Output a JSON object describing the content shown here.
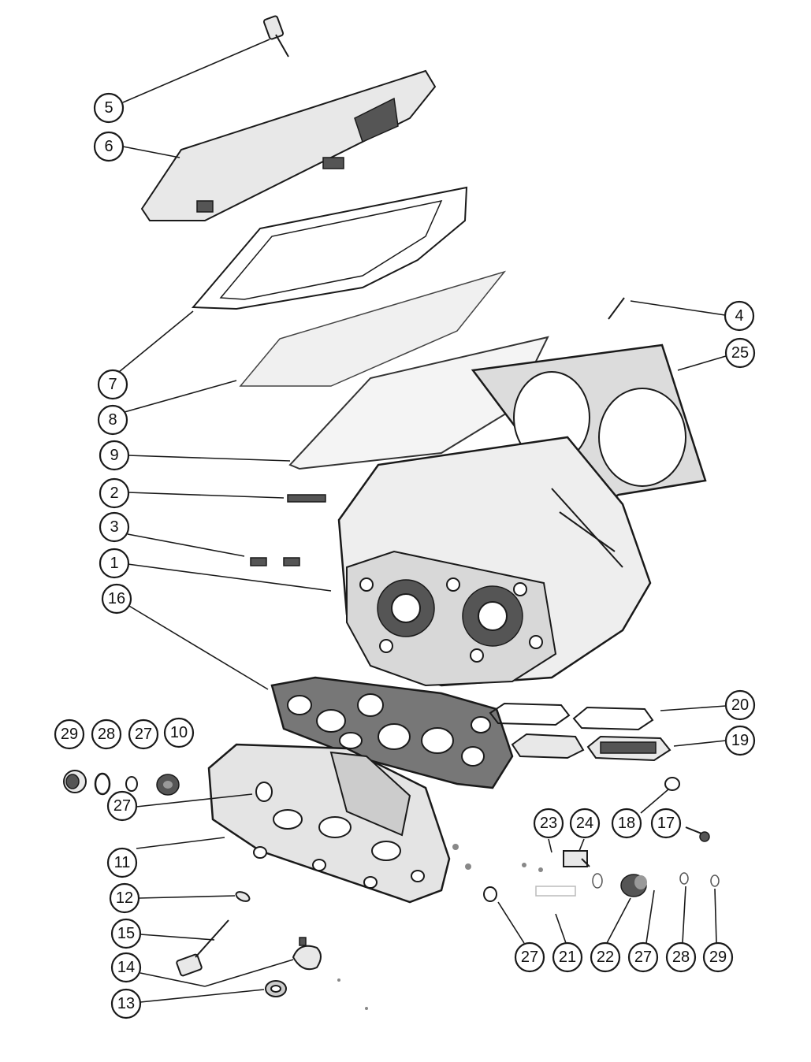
{
  "diagram": {
    "callouts": [
      {
        "id": "c5",
        "label": "5"
      },
      {
        "id": "c6",
        "label": "6"
      },
      {
        "id": "c7",
        "label": "7"
      },
      {
        "id": "c8",
        "label": "8"
      },
      {
        "id": "c9",
        "label": "9"
      },
      {
        "id": "c2",
        "label": "2"
      },
      {
        "id": "c3",
        "label": "3"
      },
      {
        "id": "c1",
        "label": "1"
      },
      {
        "id": "c16",
        "label": "16"
      },
      {
        "id": "c4",
        "label": "4"
      },
      {
        "id": "c25",
        "label": "25"
      },
      {
        "id": "c20",
        "label": "20"
      },
      {
        "id": "c19",
        "label": "19"
      },
      {
        "id": "c29a",
        "label": "29"
      },
      {
        "id": "c28a",
        "label": "28"
      },
      {
        "id": "c27a",
        "label": "27"
      },
      {
        "id": "c10",
        "label": "10"
      },
      {
        "id": "c27b",
        "label": "27"
      },
      {
        "id": "c11",
        "label": "11"
      },
      {
        "id": "c12",
        "label": "12"
      },
      {
        "id": "c15",
        "label": "15"
      },
      {
        "id": "c14",
        "label": "14"
      },
      {
        "id": "c13",
        "label": "13"
      },
      {
        "id": "c23",
        "label": "23"
      },
      {
        "id": "c24",
        "label": "24"
      },
      {
        "id": "c18",
        "label": "18"
      },
      {
        "id": "c17",
        "label": "17"
      },
      {
        "id": "c27c",
        "label": "27"
      },
      {
        "id": "c21",
        "label": "21"
      },
      {
        "id": "c22",
        "label": "22"
      },
      {
        "id": "c27d",
        "label": "27"
      },
      {
        "id": "c28b",
        "label": "28"
      },
      {
        "id": "c29b",
        "label": "29"
      }
    ]
  }
}
